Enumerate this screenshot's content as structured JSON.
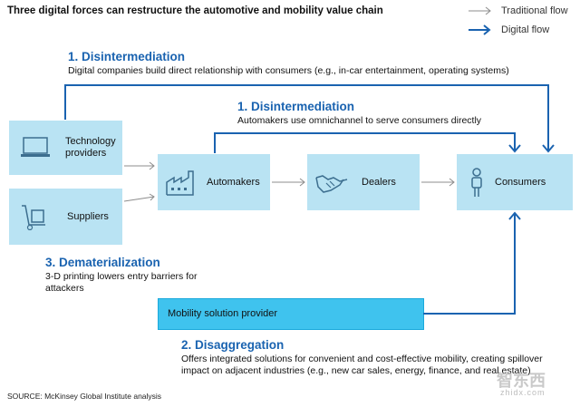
{
  "title": "Three digital forces can restructure the automotive and mobility value chain",
  "legend": {
    "traditional": "Traditional flow",
    "digital": "Digital flow"
  },
  "colors": {
    "digital_arrow": "#1a63b0",
    "traditional_arrow": "#8c8c8c",
    "box_fill": "#b9e3f3",
    "mobility_fill": "#3fc3ee",
    "heading": "#1a63b0"
  },
  "force1_top": {
    "heading": "1. Disintermediation",
    "description": "Digital companies build direct relationship with consumers (e.g., in-car entertainment, operating systems)"
  },
  "force1_mid": {
    "heading": "1. Disintermediation",
    "description": "Automakers use omnichannel to serve consumers directly"
  },
  "force3": {
    "heading": "3. Dematerialization",
    "description_line1": "3-D printing lowers entry barriers for",
    "description_line2": "attackers"
  },
  "force2": {
    "heading": "2. Disaggregation",
    "description_line1": "Offers integrated solutions for convenient and cost-effective mobility, creating spillover",
    "description_line2": "impact on adjacent industries (e.g., new car sales, energy, finance, and real estate)"
  },
  "boxes": {
    "technology_line1": "Technology",
    "technology_line2": "providers",
    "suppliers": "Suppliers",
    "automakers": "Automakers",
    "dealers": "Dealers",
    "consumers": "Consumers",
    "mobility": "Mobility solution provider"
  },
  "icons": {
    "technology": "laptop-icon",
    "suppliers": "hand-truck-icon",
    "automakers": "factory-icon",
    "dealers": "handshake-icon",
    "consumers": "person-icon"
  },
  "source": "SOURCE: McKinsey Global Institute analysis",
  "watermark": {
    "main": "智东西",
    "sub": "zhidx.com"
  }
}
